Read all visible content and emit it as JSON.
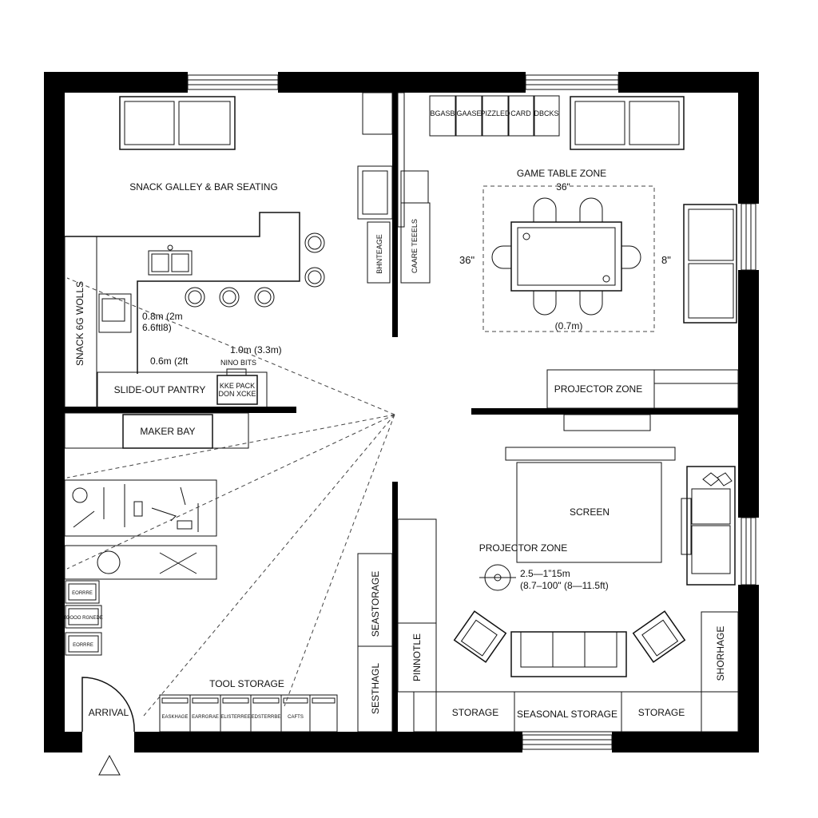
{
  "plan": {
    "labels": {
      "snack_galley": "SNACK GALLEY & BAR SEATING",
      "snack_walls": "SNACK 6G WOLLS",
      "dim_a1": "0.8m (2m",
      "dim_a2": "6.6ftl8)",
      "dim_b": "0.6m (2ft",
      "dim_c": "1.0m (3.3m)",
      "nano_bits": "NINO BITS",
      "slide_out_pantry": "SLIDE-OUT PANTRY",
      "pantry_box_1": "KKE  PACK",
      "pantry_box_2": "DON  XCKE",
      "game_teeles": "CAARE TEEELS",
      "game_bin": "BHNTEAGE",
      "game_shelf": [
        "BGASB",
        "GAASE",
        "PIZZLED",
        "CARD",
        "DBCKS"
      ],
      "game_table_zone": "GAME TABLE ZONE",
      "dim_top": "36\"",
      "dim_left": "36\"",
      "dim_right": "8\"",
      "dim_bottom": "(0.7m)",
      "projector_zone_top": "PROJECTOR ZONE",
      "maker_bay": "MAKER BAY",
      "tool_bins": [
        "EORRRE",
        "TOOOO RGNEDE",
        "EORRRE"
      ],
      "tool_storage": "TOOL STORAGE",
      "tool_drawers": [
        "EASKHAGE",
        "EARRGRAE",
        "ELISTERREE",
        "EDSTERRBE",
        "CAFTS",
        ""
      ],
      "arrival": "ARRIVAL",
      "screen": "SCREEN",
      "projector_zone": "PROJECTOR ZONE",
      "throw_1": "2.5—1”15m",
      "throw_2": "(8.7–100\" (8—11.5ft)",
      "seasonal_storage_v": "SEASTORAGE",
      "seasonal_v2": "SESTHAGL",
      "pinnacle": "PINNOTLE",
      "storage_l": "STORAGE",
      "seasonal_storage": "SEASONAL STORAGE",
      "storage_r": "STORAGE",
      "storage_right_v": "SHORHAGE"
    }
  }
}
